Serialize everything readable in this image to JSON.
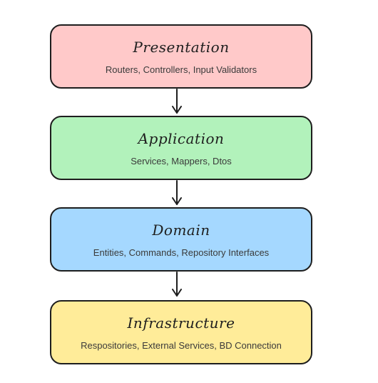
{
  "layers": [
    {
      "title": "Presentation",
      "subtitle": "Routers, Controllers, Input Validators",
      "color": "#ffc9c9"
    },
    {
      "title": "Application",
      "subtitle": "Services, Mappers, Dtos",
      "color": "#b2f2bb"
    },
    {
      "title": "Domain",
      "subtitle": "Entities, Commands, Repository Interfaces",
      "color": "#a5d8ff"
    },
    {
      "title": "Infrastructure",
      "subtitle": "Respositories, External Services, BD Connection",
      "color": "#ffec99"
    }
  ],
  "stroke_color": "#1e1e1e"
}
